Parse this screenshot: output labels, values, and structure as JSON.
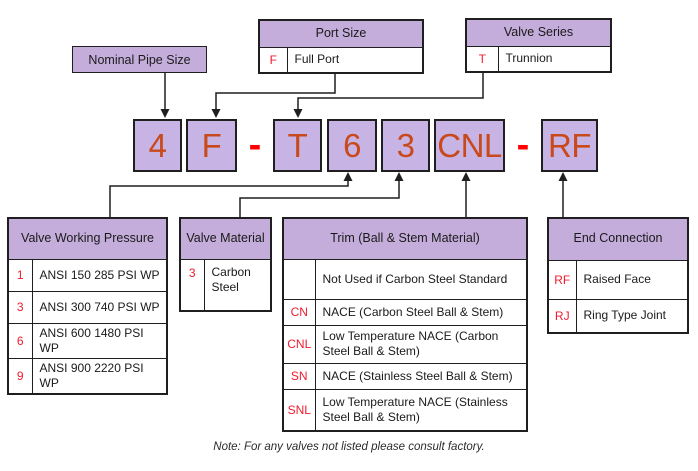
{
  "colors": {
    "header_purple": "#c5addb",
    "code_box_purple": "#c8b4e4",
    "code_letter_orange": "#c8491c",
    "table_code_red": "#ee1c2e",
    "dash_red": "#ff0000",
    "line_black": "#1f1f1f"
  },
  "top": {
    "nominal_pipe_size": {
      "title": "Nominal Pipe Size"
    },
    "port_size": {
      "title": "Port Size",
      "rows": [
        {
          "code": "F",
          "label": "Full Port"
        }
      ]
    },
    "valve_series": {
      "title": "Valve Series",
      "rows": [
        {
          "code": "T",
          "label": "Trunnion"
        }
      ]
    }
  },
  "code": {
    "segments": [
      {
        "text": "4"
      },
      {
        "text": "F"
      },
      {
        "text": "-"
      },
      {
        "text": "T"
      },
      {
        "text": "6"
      },
      {
        "text": "3"
      },
      {
        "text": "CNL"
      },
      {
        "text": "-"
      },
      {
        "text": "RF"
      }
    ]
  },
  "bottom": {
    "valve_working_pressure": {
      "title": "Valve Working Pressure",
      "rows": [
        {
          "code": "1",
          "label": "ANSI 150 285 PSI WP"
        },
        {
          "code": "3",
          "label": "ANSI 300 740 PSI WP"
        },
        {
          "code": "6",
          "label": "ANSI 600 1480 PSI WP"
        },
        {
          "code": "9",
          "label": "ANSI 900 2220 PSI WP"
        }
      ]
    },
    "valve_material": {
      "title": "Valve Material",
      "rows": [
        {
          "code": "3",
          "label": "Carbon Steel"
        }
      ]
    },
    "trim": {
      "title": "Trim (Ball & Stem Material)",
      "rows": [
        {
          "code": "",
          "label": "Not Used if Carbon Steel Standard"
        },
        {
          "code": "CN",
          "label": "NACE (Carbon Steel Ball & Stem)"
        },
        {
          "code": "CNL",
          "label": "Low Temperature NACE (Carbon Steel Ball & Stem)"
        },
        {
          "code": "SN",
          "label": "NACE (Stainless Steel Ball & Stem)"
        },
        {
          "code": "SNL",
          "label": "Low Temperature NACE (Stainless Steel Ball & Stem)"
        }
      ]
    },
    "end_connection": {
      "title": "End Connection",
      "rows": [
        {
          "code": "RF",
          "label": "Raised Face"
        },
        {
          "code": "RJ",
          "label": "Ring Type Joint"
        }
      ]
    }
  },
  "note": "Note: For any valves not listed please consult factory."
}
